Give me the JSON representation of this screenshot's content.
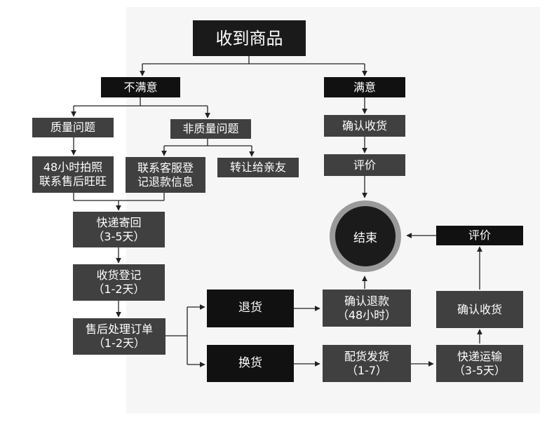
{
  "title": "收到商品",
  "unsatisfied": "不满意",
  "satisfied": "满意",
  "quality_issue": "质量问题",
  "non_quality_issue": "非质量问题",
  "quality_action": [
    "48小时拍照",
    "联系售后旺旺"
  ],
  "nonquality_action": [
    "联系客服登",
    "记退款信息"
  ],
  "transfer": "转让给亲友",
  "express_return": [
    "快递寄回",
    "（3-5天）"
  ],
  "receive_register": [
    "收货登记",
    "（1-2天）"
  ],
  "aftersale_process": [
    "售后处理订单",
    "（1-2天）"
  ],
  "refund": "退货",
  "exchange": "换货",
  "confirm_refund": [
    "确认退款",
    "（48小时）"
  ],
  "ship_goods": [
    "配货发货",
    "（1-7）"
  ],
  "express_ship": [
    "快递运输",
    "（3-5天）"
  ],
  "confirm_receipt_right": "确认收货",
  "review_right": "评价",
  "confirm_receipt": "确认收货",
  "review": "评价",
  "end": "结束",
  "colors": {
    "box_dark": "#404040",
    "box_black": "#111111",
    "ring": "#9a9a9a",
    "line": "#222222"
  }
}
